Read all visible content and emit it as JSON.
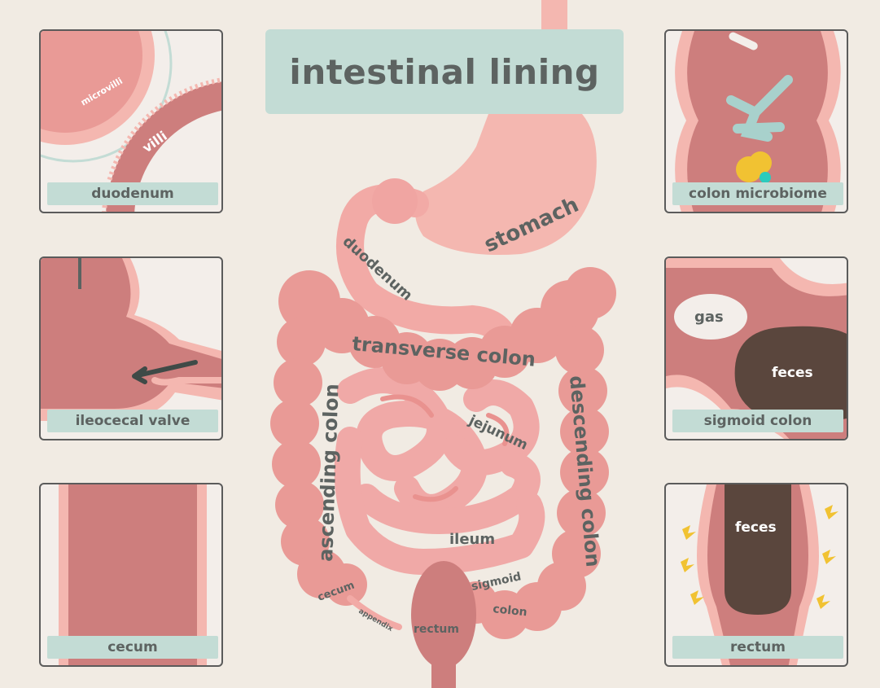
{
  "title": "intestinal lining",
  "panels": {
    "duodenum": {
      "label": "duodenum",
      "microvilli": "microvilli",
      "villi": "villi"
    },
    "ileocecal_valve": {
      "label": "ileocecal valve"
    },
    "cecum": {
      "label": "cecum"
    },
    "colon_microbiome": {
      "label": "colon microbiome"
    },
    "sigmoid_colon": {
      "label": "sigmoid colon",
      "gas": "gas",
      "feces": "feces"
    },
    "rectum": {
      "label": "rectum",
      "feces": "feces"
    }
  },
  "organs": {
    "stomach": "stomach",
    "duodenum": "duodenum",
    "transverse_colon": "transverse colon",
    "descending_colon": "descending colon",
    "ascending_colon": "ascending colon",
    "jejunum": "jejunum",
    "ileum": "ileum",
    "cecum": "cecum",
    "appendix": "appendix",
    "rectum": "rectum",
    "sigmoid_colon_line1": "sigmoid",
    "sigmoid_colon_line2": "colon"
  },
  "colors": {
    "background": "#f1ebe3",
    "label_bg": "#c3dcd5",
    "label_text": "#5d6361",
    "tissue_light": "#f4b7b0",
    "tissue_mid": "#e99a96",
    "tissue_dark": "#cd7e7d",
    "feces": "#5a463d",
    "bacteria_yellow": "#f1c232",
    "bacteria_teal": "#2ccbbd"
  }
}
